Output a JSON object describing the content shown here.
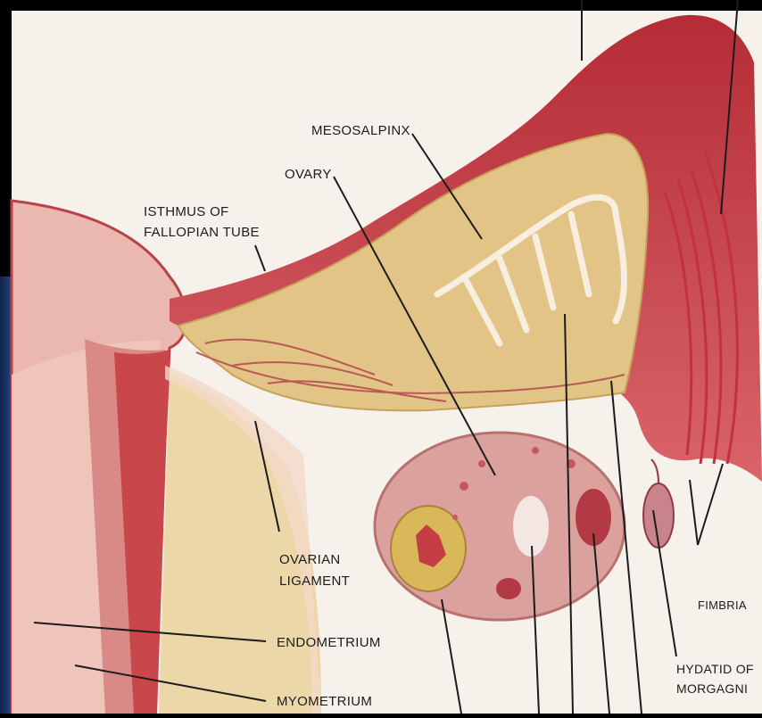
{
  "labels": {
    "mesosalpinx": "MESOSALPINX",
    "ovary": "OVARY",
    "isthmus_line1": "ISTHMUS OF",
    "isthmus_line2": "FALLOPIAN TUBE",
    "ovarian_ligament_line1": "OVARIAN",
    "ovarian_ligament_line2": "LIGAMENT",
    "endometrium": "ENDOMETRIUM",
    "myometrium": "MYOMETRIUM",
    "fimbria": "FIMBRIA",
    "hydatid_line1": "HYDATID OF",
    "hydatid_line2": "MORGAGNI"
  },
  "colors": {
    "frame": "#000000",
    "side_panel": "#2a4f8c",
    "background": "#f6f1ea",
    "tube_red": "#c0353f",
    "tissue_pink": "#eab8ae",
    "mesosalpinx_yellow": "#e2c486",
    "ovary_pink": "#dba19c",
    "leader_line": "#1c1c1c"
  }
}
